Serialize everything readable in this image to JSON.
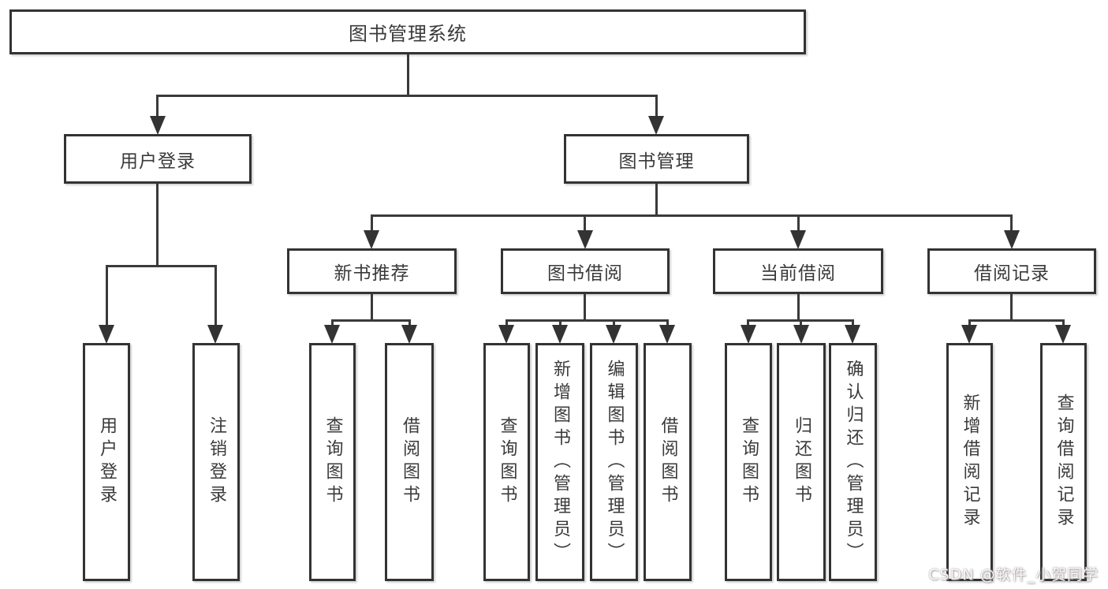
{
  "tree": {
    "root": "图书管理系统",
    "children": [
      {
        "label": "用户登录",
        "children": [
          {
            "label": "用户登录"
          },
          {
            "label": "注销登录"
          }
        ]
      },
      {
        "label": "图书管理",
        "children": [
          {
            "label": "新书推荐",
            "children": [
              {
                "label": "查询图书"
              },
              {
                "label": "借阅图书"
              }
            ]
          },
          {
            "label": "图书借阅",
            "children": [
              {
                "label": "查询图书"
              },
              {
                "label": "新增图书（管理员）"
              },
              {
                "label": "编辑图书（管理员）"
              },
              {
                "label": "借阅图书"
              }
            ]
          },
          {
            "label": "当前借阅",
            "children": [
              {
                "label": "查询图书"
              },
              {
                "label": "归还图书"
              },
              {
                "label": "确认归还（管理员）"
              }
            ]
          },
          {
            "label": "借阅记录",
            "children": [
              {
                "label": "新增借阅记录"
              },
              {
                "label": "查询借阅记录"
              }
            ]
          }
        ]
      }
    ]
  },
  "watermark": "CSDN @软件_小贺同学",
  "colors": {
    "line": "#333333",
    "text": "#3a3a3a",
    "box_background": "#ffffff",
    "page_background": "#ffffff",
    "watermark_text": "#fff8f8"
  }
}
